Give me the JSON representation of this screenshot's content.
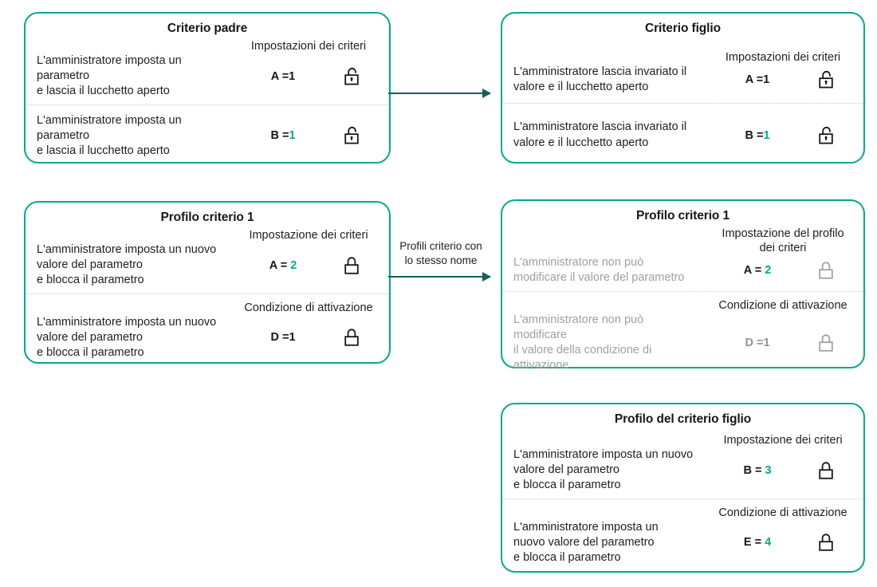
{
  "theme": {
    "accent": "#00a98f",
    "arrow": "#12615c",
    "text": "#1d1e21",
    "muted": "#a0a0a0",
    "divider": "#c9c9c9"
  },
  "cards": [
    {
      "id": "parent",
      "title": "Criterio padre",
      "rows": [
        {
          "heading": "Impostazioni dei criteri",
          "description": "L'amministratore imposta un\nparametro\n e lascia il lucchetto aperto",
          "key": "A",
          "equals": "=",
          "value": "1",
          "value_green": false,
          "lock": "lock-open-icon",
          "state": "normal"
        },
        {
          "heading": "",
          "description": "L'amministratore imposta un\nparametro\n e lascia il lucchetto aperto",
          "key": "B",
          "equals": "=",
          "value": "1",
          "value_green": true,
          "lock": "lock-open-icon",
          "state": "normal"
        }
      ]
    },
    {
      "id": "child",
      "title": "Criterio figlio",
      "rows": [
        {
          "heading": "Impostazioni dei criteri",
          "description": "L'amministratore lascia invariato il\nvalore e il lucchetto aperto",
          "key": "A",
          "equals": "=",
          "value": "1",
          "value_green": false,
          "lock": "lock-open-icon",
          "state": "normal"
        },
        {
          "heading": "",
          "description": "L'amministratore lascia invariato il\nvalore e il lucchetto aperto",
          "key": "B",
          "equals": "=",
          "value": "1",
          "value_green": true,
          "lock": "lock-open-icon",
          "state": "normal"
        }
      ]
    },
    {
      "id": "profile1",
      "title": "Profilo criterio 1",
      "rows": [
        {
          "heading": "Impostazione dei criteri",
          "description": "L'amministratore imposta un nuovo\nvalore del parametro\n e blocca il parametro",
          "key": "A",
          "equals": "=",
          "value": "2",
          "value_green": true,
          "lock": "lock-closed-icon",
          "state": "normal"
        },
        {
          "heading": "Condizione di attivazione",
          "description": "L'amministratore imposta un nuovo\nvalore del parametro\n e blocca il parametro",
          "key": "D",
          "equals": "=",
          "value": "1",
          "value_green": false,
          "lock": "lock-closed-icon",
          "state": "normal"
        }
      ]
    },
    {
      "id": "profile1-right",
      "title": "Profilo criterio 1",
      "rows": [
        {
          "heading": "Impostazione del profilo\ndei criteri",
          "description": "L'amministratore non può\nmodificare il valore del parametro",
          "key": "A",
          "equals": "=",
          "value": "2",
          "value_green": true,
          "lock": "lock-closed-icon",
          "state": "muted-green"
        },
        {
          "heading": "Condizione di attivazione",
          "description": "L'amministratore non può\nmodificare\n il valore della condizione di\nattivazione",
          "key": "D",
          "equals": "=",
          "value": "1",
          "value_green": false,
          "lock": "lock-closed-icon",
          "state": "muted"
        }
      ]
    },
    {
      "id": "child-profile",
      "title": "Profilo del criterio figlio",
      "rows": [
        {
          "heading": "Impostazione dei criteri",
          "description": "L'amministratore imposta un nuovo\nvalore del parametro\n e blocca il parametro",
          "key": "B",
          "equals": "=",
          "value": "3",
          "value_green": true,
          "lock": "lock-closed-icon",
          "state": "normal"
        },
        {
          "heading": "Condizione di attivazione",
          "description": "L'amministratore imposta un\nnuovo valore del parametro\n e blocca il parametro",
          "key": "E",
          "equals": "=",
          "value": "4",
          "value_green": true,
          "lock": "lock-closed-icon",
          "state": "normal"
        }
      ]
    }
  ],
  "arrows": {
    "top": {
      "label": ""
    },
    "middle": {
      "label": "Profili criterio con\nlo stesso nome"
    }
  }
}
